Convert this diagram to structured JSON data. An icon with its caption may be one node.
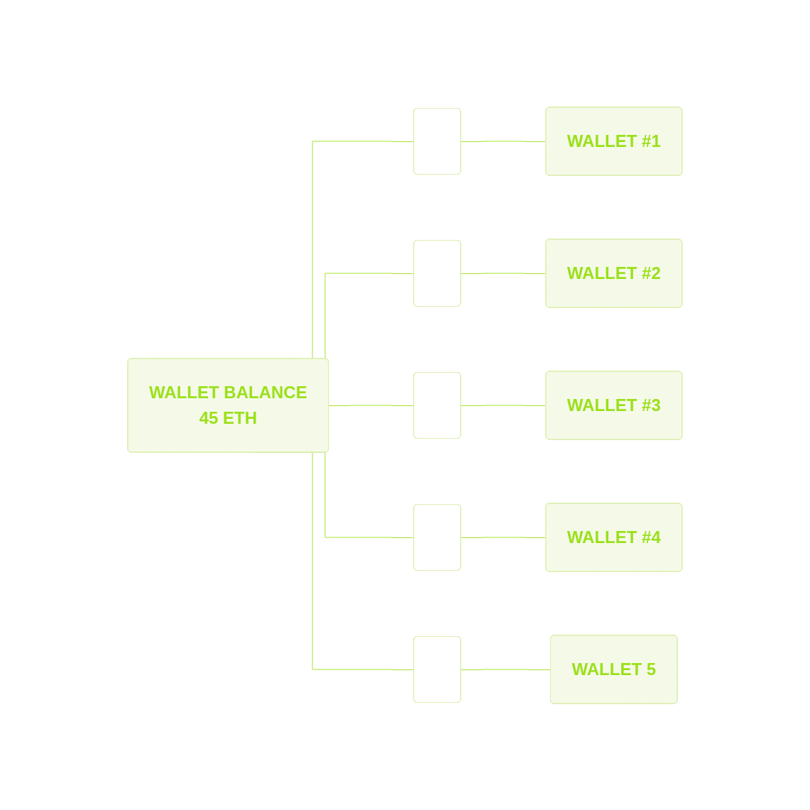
{
  "diagram": {
    "nodes": [
      {
        "text": [
          "WALLET BALANCE",
          "45 ETH"
        ]
      },
      {
        "text": [],
        "shape": "box"
      },
      {
        "text": [],
        "shape": "box"
      },
      {
        "text": [],
        "shape": "box"
      },
      {
        "text": [],
        "shape": "box"
      },
      {
        "text": [],
        "shape": "box"
      },
      {
        "text": [
          "WALLET #1"
        ]
      },
      {
        "text": [
          "WALLET #2"
        ]
      },
      {
        "text": [
          "WALLET #3"
        ]
      },
      {
        "text": [
          "WALLET #4"
        ]
      },
      {
        "text": [
          "WALLET 5"
        ]
      }
    ],
    "edges": [
      {
        "from": 0,
        "to": 1,
        "arrow": "none"
      },
      {
        "from": 0,
        "to": 2,
        "arrow": "none"
      },
      {
        "from": 0,
        "to": 3,
        "arrow": "none"
      },
      {
        "from": 0,
        "to": 4,
        "arrow": "none"
      },
      {
        "from": 0,
        "to": 5,
        "arrow": "none"
      },
      {
        "from": 1,
        "to": 6,
        "arrow": "none"
      },
      {
        "from": 2,
        "to": 7,
        "arrow": "none"
      },
      {
        "from": 3,
        "to": 8,
        "arrow": "none"
      },
      {
        "from": 4,
        "to": 9,
        "arrow": "none"
      },
      {
        "from": 5,
        "to": 10,
        "arrow": "none"
      }
    ]
  }
}
